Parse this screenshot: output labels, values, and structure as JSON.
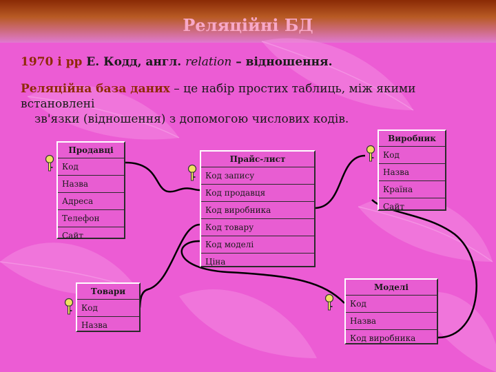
{
  "slide": {
    "title": "Реляційні БД",
    "line1": {
      "year": "1970 і рр",
      "text": " Е. Кодд, англ. ",
      "relation": "relation",
      "rest": " – відношення."
    },
    "definition": {
      "term": "Реляційна база даних",
      "text": " – це набір простих таблиць, між якими встановлені",
      "text2": "зв'язки (відношення) з допомогою числових кодів."
    }
  },
  "tables": {
    "sellers": {
      "title": "Продавці",
      "fields": [
        "Код",
        "Назва",
        "Адреса",
        "Телефон",
        "Сайт"
      ]
    },
    "pricelist": {
      "title": "Прайс-лист",
      "fields": [
        "Код запису",
        "Код продавця",
        "Код виробника",
        "Код товару",
        "Код моделі",
        "Ціна"
      ]
    },
    "manufacturer": {
      "title": "Виробник",
      "fields": [
        "Код",
        "Назва",
        "Країна",
        "Сайт"
      ]
    },
    "goods": {
      "title": "Товари",
      "fields": [
        "Код",
        "Назва"
      ]
    },
    "models": {
      "title": "Моделі",
      "fields": [
        "Код",
        "Назва",
        "Код виробника"
      ]
    }
  },
  "icons": {
    "key": "key-icon"
  },
  "colors": {
    "background": "#ec5cd4",
    "header_bar": "#8a2a05",
    "title": "#f8a8c8",
    "term": "#8e2a06",
    "links": "#000000"
  }
}
